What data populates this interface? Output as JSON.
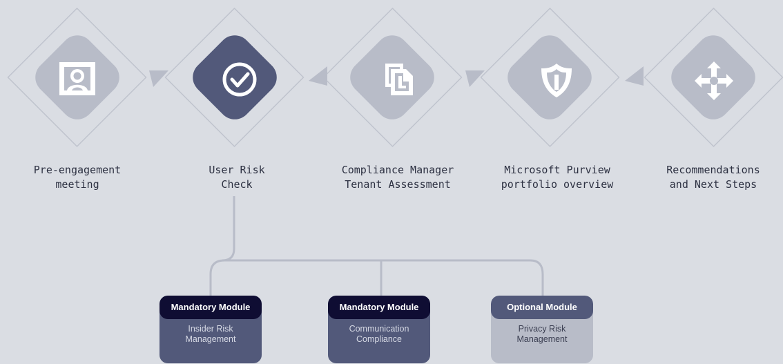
{
  "steps": [
    {
      "id": "pre-engagement",
      "icon": "user-badge-icon",
      "lines": [
        "Pre-engagement",
        "meeting"
      ],
      "active": false
    },
    {
      "id": "user-risk-check",
      "icon": "check-circle-icon",
      "lines": [
        "User Risk",
        "Check"
      ],
      "active": true
    },
    {
      "id": "compliance-manager",
      "icon": "documents-icon",
      "lines": [
        "Compliance Manager",
        "Tenant Assessment"
      ],
      "active": false
    },
    {
      "id": "purview-overview",
      "icon": "shield-icon",
      "lines": [
        "Microsoft Purview",
        "portfolio overview"
      ],
      "active": false
    },
    {
      "id": "recommendations",
      "icon": "move-arrows-icon",
      "lines": [
        "Recommendations",
        "and Next Steps"
      ],
      "active": false
    }
  ],
  "modules": [
    {
      "type": "mandatory",
      "heading": "Mandatory Module",
      "lines": [
        "Insider Risk",
        "Management"
      ]
    },
    {
      "type": "mandatory",
      "heading": "Mandatory Module",
      "lines": [
        "Communication",
        "Compliance"
      ]
    },
    {
      "type": "optional",
      "heading": "Optional Module",
      "lines": [
        "Privacy Risk",
        "Management"
      ]
    }
  ],
  "colors": {
    "background": "#dadde3",
    "active_step": "#52597a",
    "inactive_step": "#b8bcc8",
    "connector": "#b8bcc8",
    "mandatory_header": "#0f0d33",
    "mandatory_body": "#52597a",
    "optional_header": "#52597a",
    "optional_body": "#b8bcc8"
  }
}
